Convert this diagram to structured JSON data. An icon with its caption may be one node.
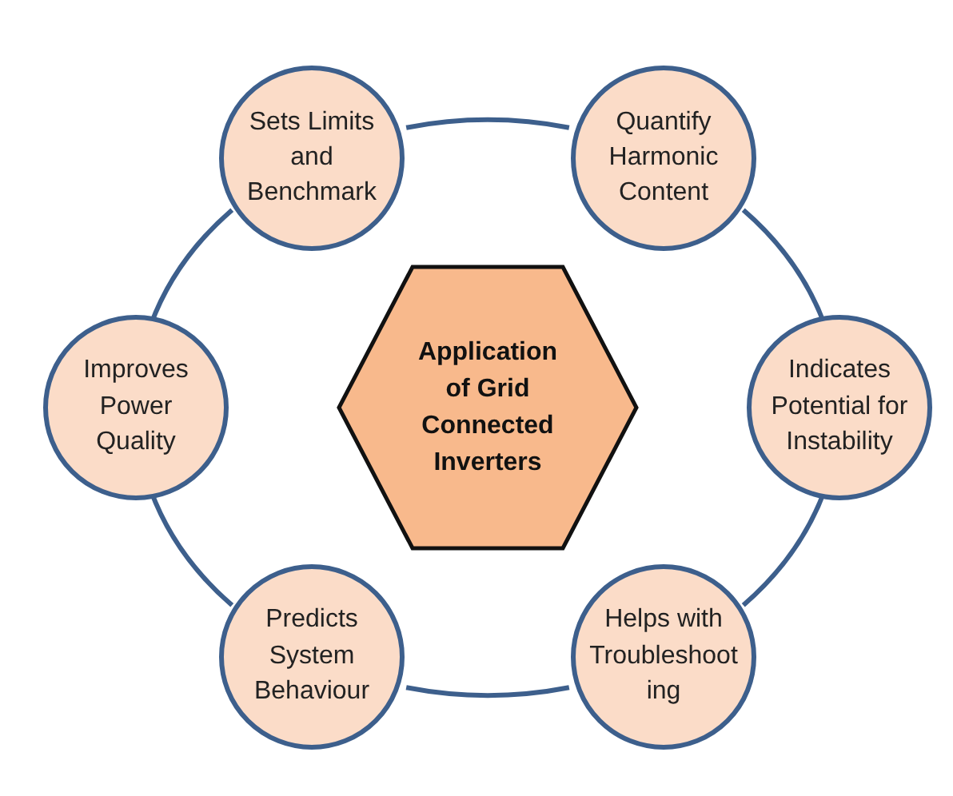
{
  "diagram": {
    "nodes": [
      {
        "text": [
          "Sets Limits and Benchmark"
        ]
      },
      {
        "text": [
          "Quantify Harmonic Content"
        ]
      },
      {
        "text": [
          "Application of Grid Connected Inverters"
        ]
      },
      {
        "text": [
          "Improves Power Quality"
        ]
      },
      {
        "text": [
          "Indicates Potential for Instability"
        ]
      },
      {
        "text": [
          "Predicts System Behaviour"
        ]
      },
      {
        "text": [
          "Helps with Troubleshooting"
        ]
      }
    ],
    "edges": [
      {
        "from": 0,
        "to": 1,
        "arrow": "none"
      },
      {
        "from": 1,
        "to": 4,
        "arrow": "none"
      },
      {
        "from": 4,
        "to": 6,
        "arrow": "none"
      },
      {
        "from": 6,
        "to": 5,
        "arrow": "none"
      },
      {
        "from": 5,
        "to": 3,
        "arrow": "none"
      },
      {
        "from": 3,
        "to": 0,
        "arrow": "none"
      }
    ]
  }
}
